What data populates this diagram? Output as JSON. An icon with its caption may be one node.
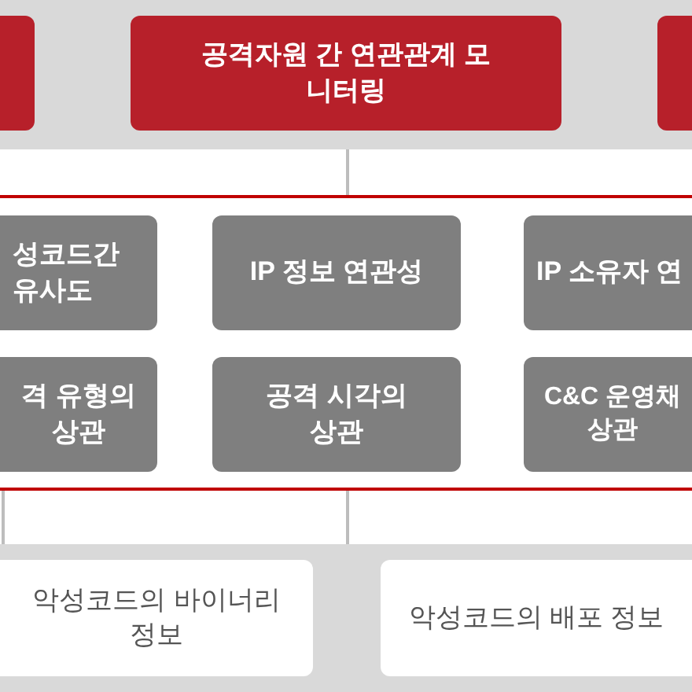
{
  "diagram": {
    "nodes": [
      {
        "text": [],
        "shape": "box"
      },
      {
        "text": [],
        "shape": "box",
        "in": 0
      },
      {
        "text": [
          "공격자원 간 연관관계 모니터링"
        ],
        "in": 0
      },
      {
        "text": [],
        "shape": "box",
        "in": 0
      },
      {
        "text": [],
        "shape": "box"
      },
      {
        "text": [
          "성코드간 유사도"
        ],
        "in": 4
      },
      {
        "text": [
          "IP 정보 연관성"
        ],
        "in": 4
      },
      {
        "text": [
          "IP 소유자 연"
        ],
        "in": 4
      },
      {
        "text": [
          "격 유형의 상관"
        ],
        "in": 4
      },
      {
        "text": [
          "공격 시각의 상관"
        ],
        "in": 4
      },
      {
        "text": [
          "C&C 운영채 상관"
        ],
        "in": 4
      },
      {
        "text": [],
        "shape": "box"
      },
      {
        "text": [
          "악성코드의 바이너리 정보"
        ],
        "in": 11
      },
      {
        "text": [
          "악성코드의 배포 정보"
        ],
        "in": 11
      }
    ],
    "edges": [
      {
        "from": 0,
        "to": 4,
        "arrow": "none"
      },
      {
        "from": 4,
        "to": 11,
        "arrow": "none"
      },
      {
        "from": 4,
        "to": 11,
        "arrow": "none"
      }
    ]
  }
}
